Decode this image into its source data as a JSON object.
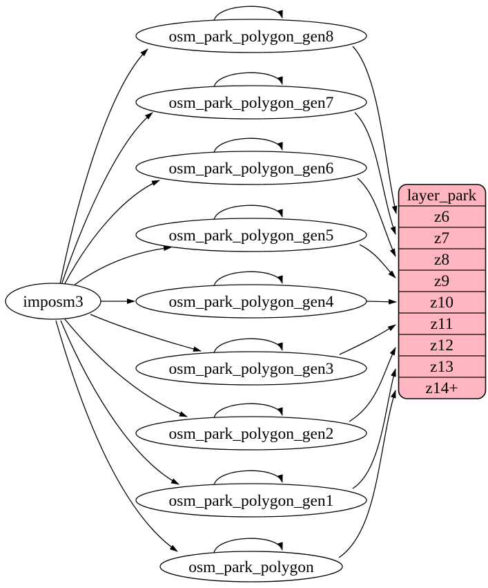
{
  "diagram": {
    "type": "dependency-graph",
    "background_color": "#ffffff",
    "stroke_color": "#000000",
    "imposm_node": {
      "label": "imposm3"
    },
    "gen_nodes": [
      {
        "label": "osm_park_polygon_gen8"
      },
      {
        "label": "osm_park_polygon_gen7"
      },
      {
        "label": "osm_park_polygon_gen6"
      },
      {
        "label": "osm_park_polygon_gen5"
      },
      {
        "label": "osm_park_polygon_gen4"
      },
      {
        "label": "osm_park_polygon_gen3"
      },
      {
        "label": "osm_park_polygon_gen2"
      },
      {
        "label": "osm_park_polygon_gen1"
      },
      {
        "label": "osm_park_polygon"
      }
    ],
    "layer_table": {
      "title": "layer_park",
      "fill": "#ffb6c1",
      "rows": [
        "z6",
        "z7",
        "z8",
        "z9",
        "z10",
        "z11",
        "z12",
        "z13",
        "z14+"
      ]
    },
    "edges": [
      {
        "from": "imposm3",
        "to": "osm_park_polygon_gen8"
      },
      {
        "from": "imposm3",
        "to": "osm_park_polygon_gen7"
      },
      {
        "from": "imposm3",
        "to": "osm_park_polygon_gen6"
      },
      {
        "from": "imposm3",
        "to": "osm_park_polygon_gen5"
      },
      {
        "from": "imposm3",
        "to": "osm_park_polygon_gen4"
      },
      {
        "from": "imposm3",
        "to": "osm_park_polygon_gen3"
      },
      {
        "from": "imposm3",
        "to": "osm_park_polygon_gen2"
      },
      {
        "from": "imposm3",
        "to": "osm_park_polygon_gen1"
      },
      {
        "from": "imposm3",
        "to": "osm_park_polygon"
      },
      {
        "from": "osm_park_polygon_gen8",
        "to": "osm_park_polygon_gen8"
      },
      {
        "from": "osm_park_polygon_gen7",
        "to": "osm_park_polygon_gen7"
      },
      {
        "from": "osm_park_polygon_gen6",
        "to": "osm_park_polygon_gen6"
      },
      {
        "from": "osm_park_polygon_gen5",
        "to": "osm_park_polygon_gen5"
      },
      {
        "from": "osm_park_polygon_gen4",
        "to": "osm_park_polygon_gen4"
      },
      {
        "from": "osm_park_polygon_gen3",
        "to": "osm_park_polygon_gen3"
      },
      {
        "from": "osm_park_polygon_gen2",
        "to": "osm_park_polygon_gen2"
      },
      {
        "from": "osm_park_polygon_gen1",
        "to": "osm_park_polygon_gen1"
      },
      {
        "from": "osm_park_polygon",
        "to": "osm_park_polygon"
      },
      {
        "from": "osm_park_polygon_gen8",
        "to": "layer_park:z6"
      },
      {
        "from": "osm_park_polygon_gen7",
        "to": "layer_park:z7"
      },
      {
        "from": "osm_park_polygon_gen6",
        "to": "layer_park:z8"
      },
      {
        "from": "osm_park_polygon_gen5",
        "to": "layer_park:z9"
      },
      {
        "from": "osm_park_polygon_gen4",
        "to": "layer_park:z10"
      },
      {
        "from": "osm_park_polygon_gen3",
        "to": "layer_park:z11"
      },
      {
        "from": "osm_park_polygon_gen2",
        "to": "layer_park:z12"
      },
      {
        "from": "osm_park_polygon_gen1",
        "to": "layer_park:z13"
      },
      {
        "from": "osm_park_polygon",
        "to": "layer_park:z14+"
      }
    ]
  }
}
